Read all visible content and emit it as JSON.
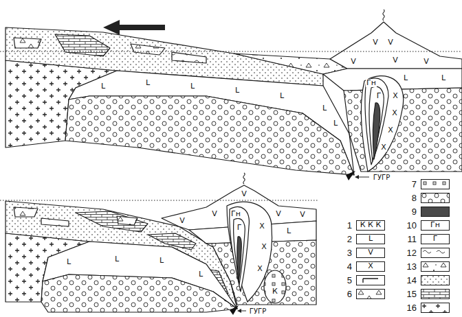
{
  "diagram": {
    "labels": [
      "V",
      "V",
      "V",
      "V",
      "V",
      "Гн",
      "Г",
      "X",
      "X",
      "X",
      "X",
      "L",
      "L",
      "L",
      "L",
      "L",
      "L",
      "L",
      "L",
      "L",
      "ГУГР",
      "V",
      "V",
      "V",
      "V",
      "V",
      "Гн",
      "Г",
      "X",
      "X",
      "X",
      "К",
      "L",
      "L",
      "L",
      "L",
      "L",
      "ГУГР",
      "К К К",
      "L",
      "V",
      "X",
      "Гн",
      "Г"
    ],
    "legend": [
      {
        "text": "1"
      },
      {
        "text": "2"
      },
      {
        "text": "3"
      },
      {
        "text": "4"
      },
      {
        "text": "5"
      },
      {
        "text": "6"
      },
      {
        "text": "7"
      },
      {
        "text": "8"
      },
      {
        "text": "9"
      },
      {
        "text": "10"
      },
      {
        "text": "11"
      },
      {
        "text": "12"
      },
      {
        "text": "13"
      },
      {
        "text": "14"
      },
      {
        "text": "15"
      },
      {
        "text": "16"
      }
    ]
  }
}
